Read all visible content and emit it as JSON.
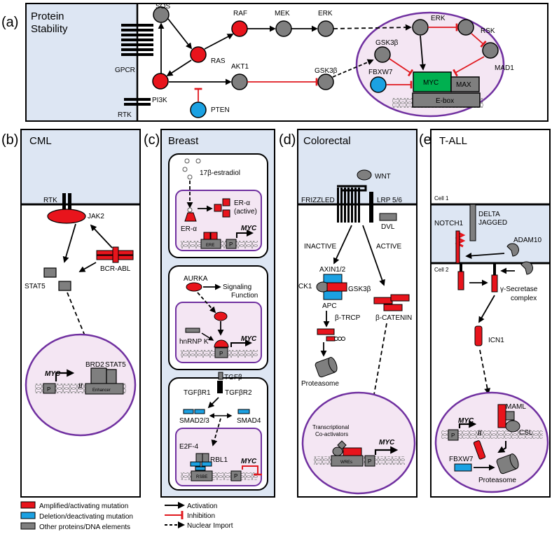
{
  "panel_a": {
    "letter": "(a)",
    "title_line1": "Protein",
    "title_line2": "Stability",
    "receptors": {
      "gpcr": "GPCR",
      "rtk": "RTK"
    },
    "nodes": {
      "sos": "SOS",
      "raf": "RAF",
      "mek": "MEK",
      "erk": "ERK",
      "ras": "RAS",
      "pi3k": "PI3K",
      "akt1": "AKT1",
      "pten": "PTEN",
      "gsk3b_mid": "GSK3β",
      "erk_nuc": "ERK",
      "rsk": "RSK",
      "gsk3b_nuc": "GSK3β",
      "mad1": "MAD1",
      "fbxw7": "FBXW7",
      "myc": "MYC",
      "max": "MAX",
      "ebox": "E-box"
    }
  },
  "panel_b": {
    "letter": "(b)",
    "title": "CML",
    "rtk": "RTK",
    "jak2": "JAK2",
    "bcr_abl": "BCR-ABL",
    "stat5": "STAT5",
    "myc": "MYC",
    "brd2": "BRD2",
    "stat5_nuc": "STAT5",
    "p": "P",
    "enhancer": "Enhancer"
  },
  "panel_c": {
    "letter": "(c)",
    "title": "Breast",
    "estradiol": "17β-estradiol",
    "er_alpha": "ER-α",
    "er_active_1": "ER-α",
    "er_active_2": "(active)",
    "myc": "MYC",
    "ere": "ERE",
    "p": "P",
    "aurka": "AURKA",
    "signaling_1": "Signaling",
    "signaling_2": "Function",
    "hnrnpk": "hnRNP K",
    "tgfb": "TGFβ",
    "tgfbr1": "TGFβR1",
    "tgfbr2": "TGFβR2",
    "smad23": "SMAD2/3",
    "smad4": "SMAD4",
    "e2f4": "E2F-4",
    "rbl1": "RBL1",
    "rsbe": "RSBE"
  },
  "panel_d": {
    "letter": "(d)",
    "title": "Colorectal",
    "wnt": "WNT",
    "frizzled": "FRIZZLED",
    "lrp": "LRP 5/6",
    "dvl": "DVL",
    "inactive": "INACTIVE",
    "active": "ACTIVE",
    "axin": "AXIN1/2",
    "ck1": "CK1",
    "gsk3b": "GSK3β",
    "apc": "APC",
    "btrcp": "β-TRCP",
    "bcatenin": "β-CATENIN",
    "proteasome": "Proteasome",
    "coact_1": "Transcriptional",
    "coact_2": "Co-activators",
    "myc": "MYC",
    "wres": "WREs",
    "p": "P"
  },
  "panel_e": {
    "letter": "(e)",
    "title": "T-ALL",
    "cell1": "Cell 1",
    "cell2": "Cell 2",
    "notch1": "NOTCH1",
    "delta": "DELTA",
    "jagged": "JAGGED",
    "adam10": "ADAM10",
    "gsec_1": "γ-Secretase",
    "gsec_2": "complex",
    "icn1": "ICN1",
    "myc": "MYC",
    "maml": "MAML",
    "csl": "CSL",
    "fbxw7": "FBXW7",
    "proteasome": "Proteasome",
    "p": "P"
  },
  "legend": {
    "red": "Amplified/activating mutation",
    "blue": "Deletion/deactivating mutation",
    "gray": "Other proteins/DNA elements",
    "activation": "Activation",
    "inhibition": "Inhibition",
    "nuclear_import": "Nuclear Import"
  },
  "colors": {
    "red": "#e8141c",
    "blue": "#1ba1e2",
    "gray": "#7f7f7f",
    "panel_bg": "#dde6f3",
    "nucleus": "#f4e6f3",
    "nucleus_border": "#7030a0",
    "myc_green": "#00b050",
    "inhibit": "#e0191f"
  }
}
